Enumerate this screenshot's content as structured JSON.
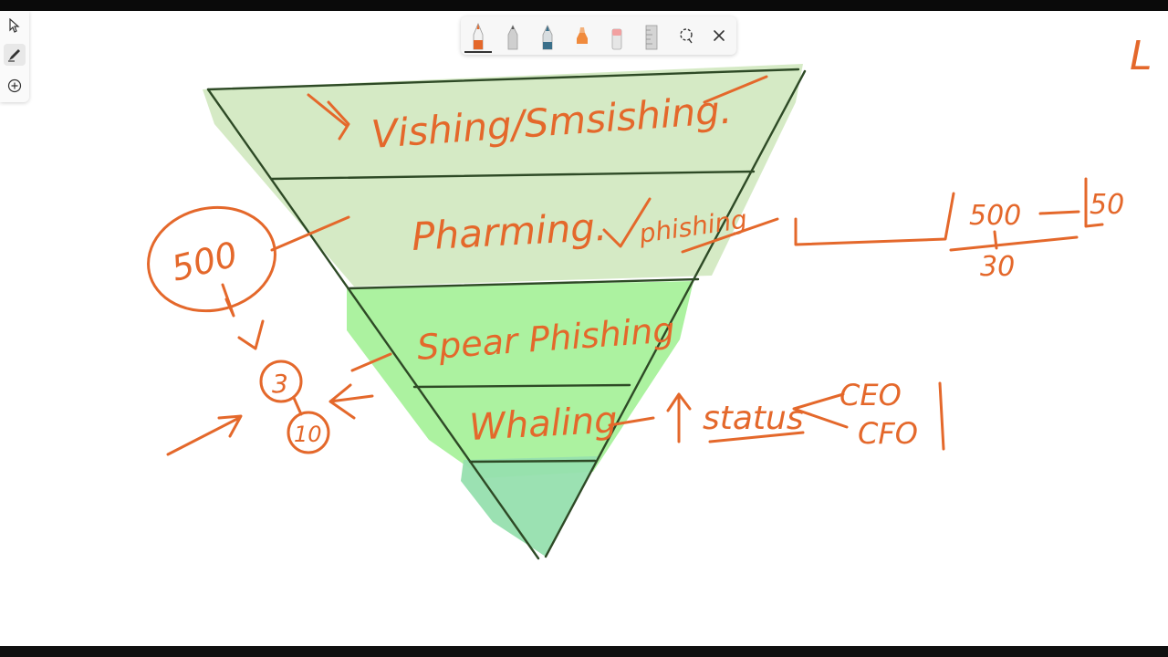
{
  "app": {
    "toolbar_tools": [
      {
        "name": "pen",
        "color": "#e4682b",
        "active": true
      },
      {
        "name": "pencil",
        "color": "#9a9a9a",
        "active": false
      },
      {
        "name": "fountain-pen",
        "color": "#3a6f8a",
        "active": false
      },
      {
        "name": "highlighter",
        "color": "#f08a3c",
        "active": false
      },
      {
        "name": "eraser",
        "color": "#f2a0a0",
        "active": false
      },
      {
        "name": "ruler",
        "color": "#b8b8b8",
        "active": false
      },
      {
        "name": "lasso-select",
        "color": "#333333",
        "active": false
      },
      {
        "name": "close",
        "color": "#333333",
        "active": false
      }
    ],
    "left_tools": [
      "cursor-icon",
      "pen-mode-icon",
      "add-icon"
    ]
  },
  "whiteboard": {
    "ink_color": "#e4682b",
    "funnel": {
      "band_colors": [
        "#d3e9c2",
        "#9ef08f",
        "#96dfae"
      ],
      "layers": [
        {
          "label": "Vishing/Smsishing."
        },
        {
          "label": "Pharming."
        },
        {
          "label": "Spear Phishing"
        },
        {
          "label": "Whaling"
        }
      ]
    },
    "notes": {
      "phishing": "phishing",
      "circle_500": "500",
      "circle_3": "3",
      "circle_10": "10",
      "ratio_top": "500",
      "ratio_bottom": "30",
      "ratio_box": "50",
      "status": "status",
      "ceo": "CEO",
      "cfo": "CFO",
      "edge_mark": "L"
    }
  }
}
